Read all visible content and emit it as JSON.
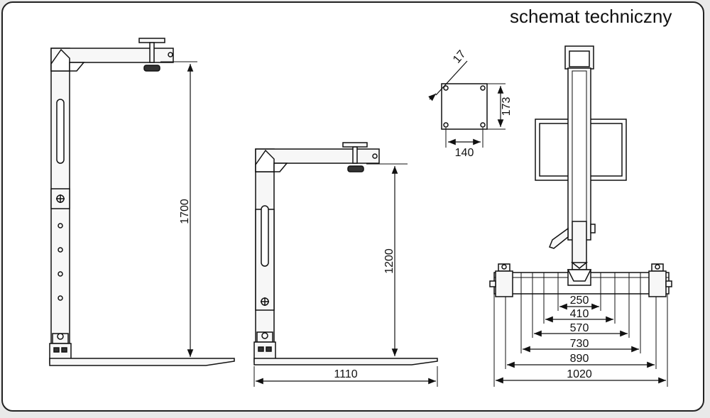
{
  "title": "schemat techniczny",
  "dimensions": {
    "height_tall": "1700",
    "height_short": "1200",
    "length": "1110",
    "bolt_diameter": "17",
    "plate_width": "140",
    "plate_height": "173",
    "spread": [
      "250",
      "410",
      "570",
      "730",
      "890",
      "1020"
    ]
  },
  "colors": {
    "line": "#111111",
    "fill": "#f4f4f4",
    "background": "#ffffff"
  }
}
